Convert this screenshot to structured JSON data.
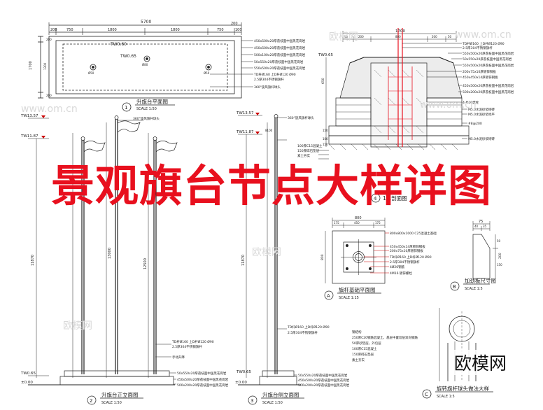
{
  "banner_title": "景观旗台节点大样详图",
  "brand": "欧模网",
  "watermark": "www.om.cn",
  "watermark_cn": "欧模网",
  "views": {
    "plan": {
      "num": "1",
      "title": "升旗台平面图",
      "scale": "SCALE 1:50"
    },
    "front": {
      "num": "2",
      "title": "升旗台正立面图",
      "scale": "SCALE 1:50"
    },
    "side": {
      "num": "3",
      "title": "升旗台侧立面图",
      "scale": "SCALE 1:50"
    },
    "section": {
      "num": "4",
      "title": "1-1剖面图"
    },
    "foundation": {
      "num": "A",
      "title": "旗杆基础平面图",
      "scale": "SCALE 1:15"
    },
    "rib": {
      "num": "B",
      "title": "加劲板尺寸图",
      "scale": "SCALE 1:5"
    },
    "ball": {
      "num": "C",
      "title": "旋转旗杆球头做法大样",
      "scale": "SCALE 1:5"
    }
  },
  "plan_dims": {
    "total": "5700",
    "segments": [
      "200",
      "750",
      "1800",
      "1800",
      "750",
      "100",
      "200"
    ],
    "height": "1700",
    "left_dims": [
      "200",
      "1300",
      "200"
    ],
    "elev_1": "TW0.60",
    "elev_2": "TW0.65",
    "center_marks": [
      "Ø50",
      "Ø80",
      "Ø50"
    ]
  },
  "plan_notes": [
    "450x500x20厚荔枝面中国黑花岗岩",
    "450x500x20厚荔枝面中国黑花岗岩",
    "500x100x20厚荔枝面中国黑花岗岩",
    "50x550x20厚荔枝面中国黑花岗岩",
    "550x500x20厚荔枝面中国黑花岗岩",
    "TD杆Ø160 上D杆Ø120 Ø90",
    "2.5厚304不锈钢旗杆",
    "360°旋风旗杆球头"
  ],
  "front_elev": {
    "top_1": "TW13.57",
    "top_2": "TW11.87",
    "ground": "TW0.65",
    "zero": "±0.00",
    "height_1": "11870",
    "height_2": "13000",
    "height_3": "12500",
    "ball_note": "360°旋风旗杆球头",
    "pole_note": "TD杆Ø160 上D杆Ø120 Ø90",
    "pole_note2": "2.5厚304不锈钢旗杆",
    "cap_note": "手动升降",
    "base_notes": [
      "50x550x20厚荔枝面中国黑花岗岩",
      "450x500x20厚荔枝面中国黑花岗岩",
      "500x200x20厚荔枝面中国黑花岗岩"
    ]
  },
  "side_elev": {
    "top_1": "TW13.57",
    "top_2": "TW11.87",
    "dim_1": "8100",
    "dim_2": "11870",
    "ground": "TW0.65",
    "zero": "±0.00",
    "ball_note": "360°旋风旗杆球头",
    "pole_note": "TD杆Ø160 上D杆Ø120 Ø90",
    "pole_note2": "2.5厚304不锈钢旗杆",
    "base_notes": [
      "50x550x20厚荔枝面中国黑花岗岩",
      "450x500x20厚荔枝面中国黑花岗岩",
      "500x200x20厚荔枝面中国黑花岗岩"
    ]
  },
  "section_dims": {
    "top": "1700",
    "sub": [
      "50",
      "200",
      "800",
      "200",
      "50"
    ],
    "elev": "TW0.65",
    "left_dims": [
      "650",
      "150",
      "100",
      "150"
    ]
  },
  "section_notes": [
    "TD杆Ø160 上D杆Ø120 Ø90",
    "2.5厚304不锈钢旗杆",
    "550x500x20厚荔枝面中国黑花岗岩",
    "50x550x20厚荔枝面中国黑花岗岩",
    "550x500x20厚荔枝面中国黑花岗岩",
    "200x75x10厚镀锌钢板",
    "450x450x14厚镀锌钢板",
    "450x500x20厚荔枝面中国黑花岗岩",
    "500x200x20厚荔枝面中国黑花岗岩",
    "4-M20螺栓",
    "M5.0水泥砂浆砌砖",
    "M5.0水泥砂浆找平",
    "#8@200",
    "M5.0水泥砂浆砌砖",
    "100厚C15混凝土",
    "150厚碎石垫层",
    "素土夯实"
  ],
  "foundation_dims": {
    "top": "800",
    "sub": [
      "175",
      "450",
      "175"
    ],
    "side": "800"
  },
  "foundation_notes": [
    "800x800x1000 C25混凝土基础",
    "450x450x14厚镀锌钢板",
    "200x75x10厚镀锌钢板",
    "TD杆Ø160 上D杆Ø120 Ø90",
    "2.5厚304不锈钢旗杆",
    "4Ø26钢筋",
    "4M16 镀锌螺栓"
  ],
  "rib_dims": {
    "top": "75",
    "sub": [
      "40",
      "35"
    ],
    "side": [
      "200",
      "50",
      "150"
    ]
  },
  "legend_notes": [
    "钢结构",
    "250厚C20钢筋混凝土，基层中置双层双向钢筋",
    "50厚砂垫层，外包层",
    "100厚C15混凝土",
    "150厚碎石垫层",
    "素土夯实"
  ]
}
